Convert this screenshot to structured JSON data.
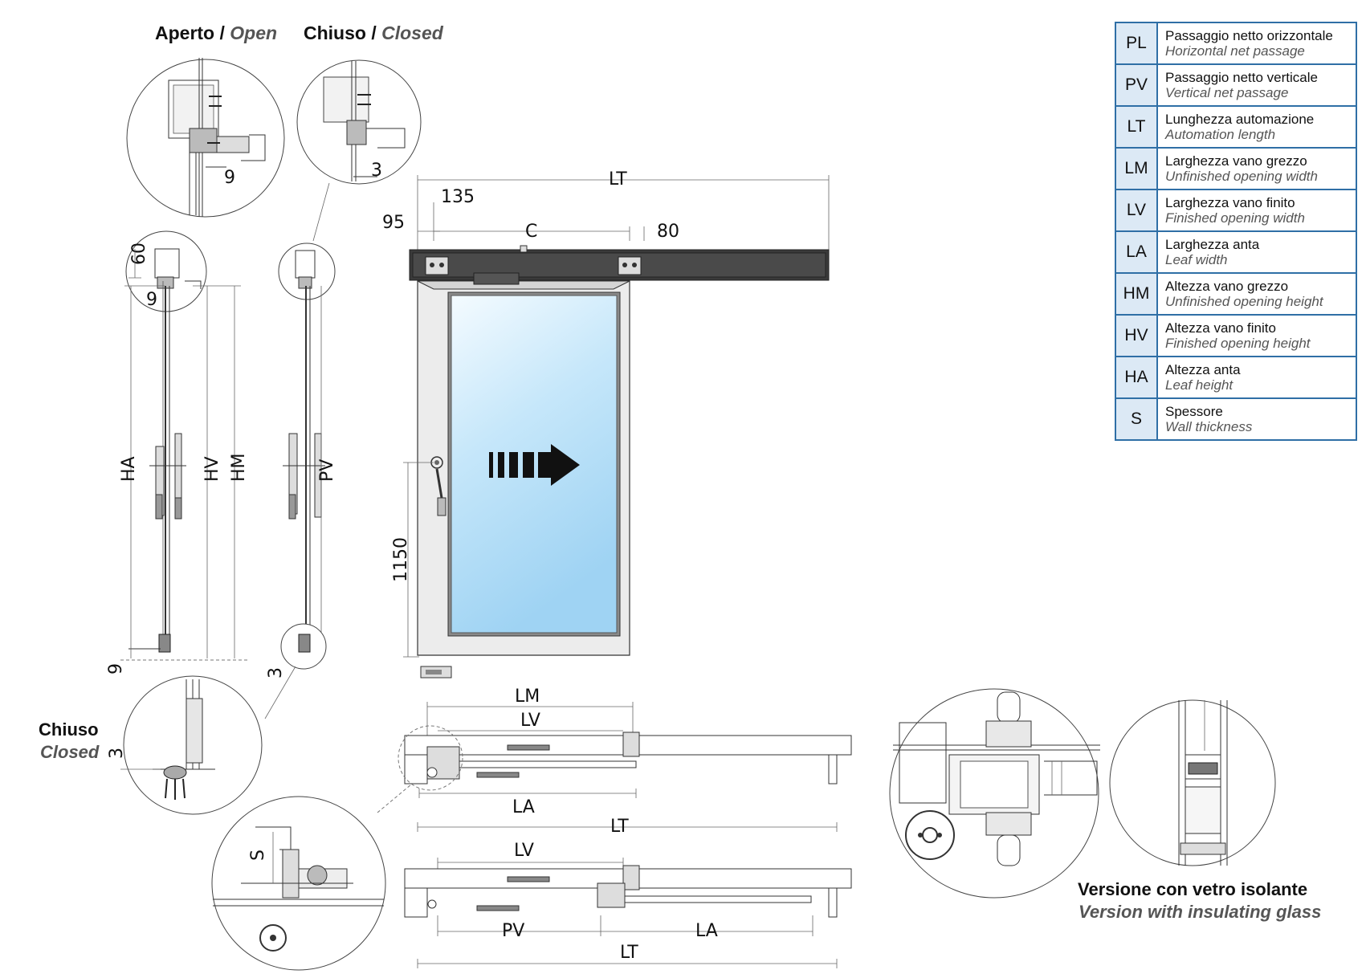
{
  "headers": {
    "open_it": "Aperto",
    "open_sep": " / ",
    "open_en": "Open",
    "closed_it": "Chiuso",
    "closed_sep": " / ",
    "closed_en": "Closed",
    "closed_bottom_it": "Chiuso",
    "closed_bottom_en": "Closed"
  },
  "dimensions": {
    "LT": "LT",
    "C": "C",
    "d135": "135",
    "d95": "95",
    "d80": "80",
    "d1150": "1150",
    "d9_top": "9",
    "d9_mid": "9",
    "d60": "60",
    "d3_top": "3",
    "d9_bottom": "9",
    "d3_bottom": "3",
    "d3_detail": "3",
    "HA": "HA",
    "HV": "HV",
    "HM": "HM",
    "PV": "PV",
    "LM": "LM",
    "LV": "LV",
    "LA": "LA",
    "S": "S"
  },
  "caption": {
    "line1": "Versione con vetro isolante",
    "line2": "Version with insulating glass"
  },
  "legend": [
    {
      "code": "PL",
      "it": "Passaggio netto orizzontale",
      "en": "Horizontal net passage"
    },
    {
      "code": "PV",
      "it": "Passaggio netto verticale",
      "en": "Vertical net passage"
    },
    {
      "code": "LT",
      "it": "Lunghezza automazione",
      "en": "Automation length"
    },
    {
      "code": "LM",
      "it": "Larghezza vano grezzo",
      "en": "Unfinished opening width"
    },
    {
      "code": "LV",
      "it": "Larghezza vano finito",
      "en": "Finished opening width"
    },
    {
      "code": "LA",
      "it": "Larghezza anta",
      "en": "Leaf width"
    },
    {
      "code": "HM",
      "it": "Altezza vano grezzo",
      "en": "Unfinished opening height"
    },
    {
      "code": "HV",
      "it": "Altezza vano finito",
      "en": "Finished opening height"
    },
    {
      "code": "HA",
      "it": "Altezza anta",
      "en": "Leaf height"
    },
    {
      "code": "S",
      "it": "Spessore",
      "en": "Wall thickness"
    }
  ],
  "colors": {
    "legend_border": "#2f6fa6",
    "legend_code_bg": "#dce9f5",
    "glass_top": "#f4fbff",
    "glass_bottom": "#9fd3f3"
  },
  "icons": {
    "direction": "arrow-right-icon"
  }
}
